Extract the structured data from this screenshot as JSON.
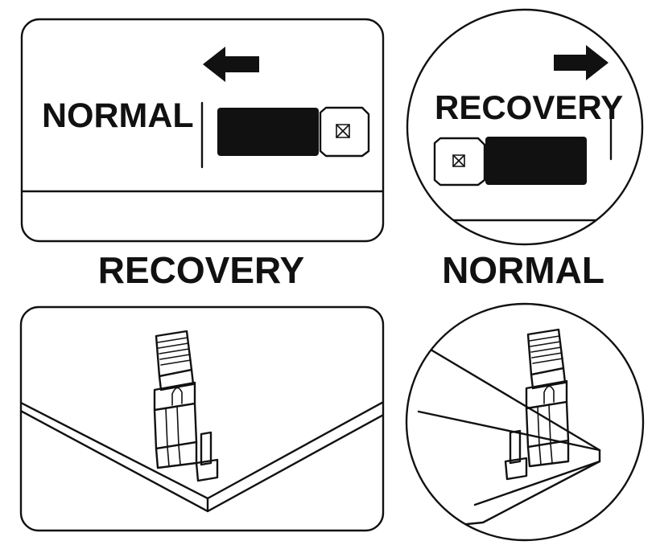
{
  "panels": {
    "top_left": {
      "switch_label": "NORMAL",
      "caption": "RECOVERY"
    },
    "top_right": {
      "switch_label": "RECOVERY",
      "caption": "NORMAL"
    }
  },
  "icons": {
    "top_left_arrow": "arrow-left",
    "top_right_arrow": "arrow-right",
    "jumper": "jumper-cap"
  },
  "colors": {
    "ink": "#111111",
    "background": "#ffffff"
  }
}
